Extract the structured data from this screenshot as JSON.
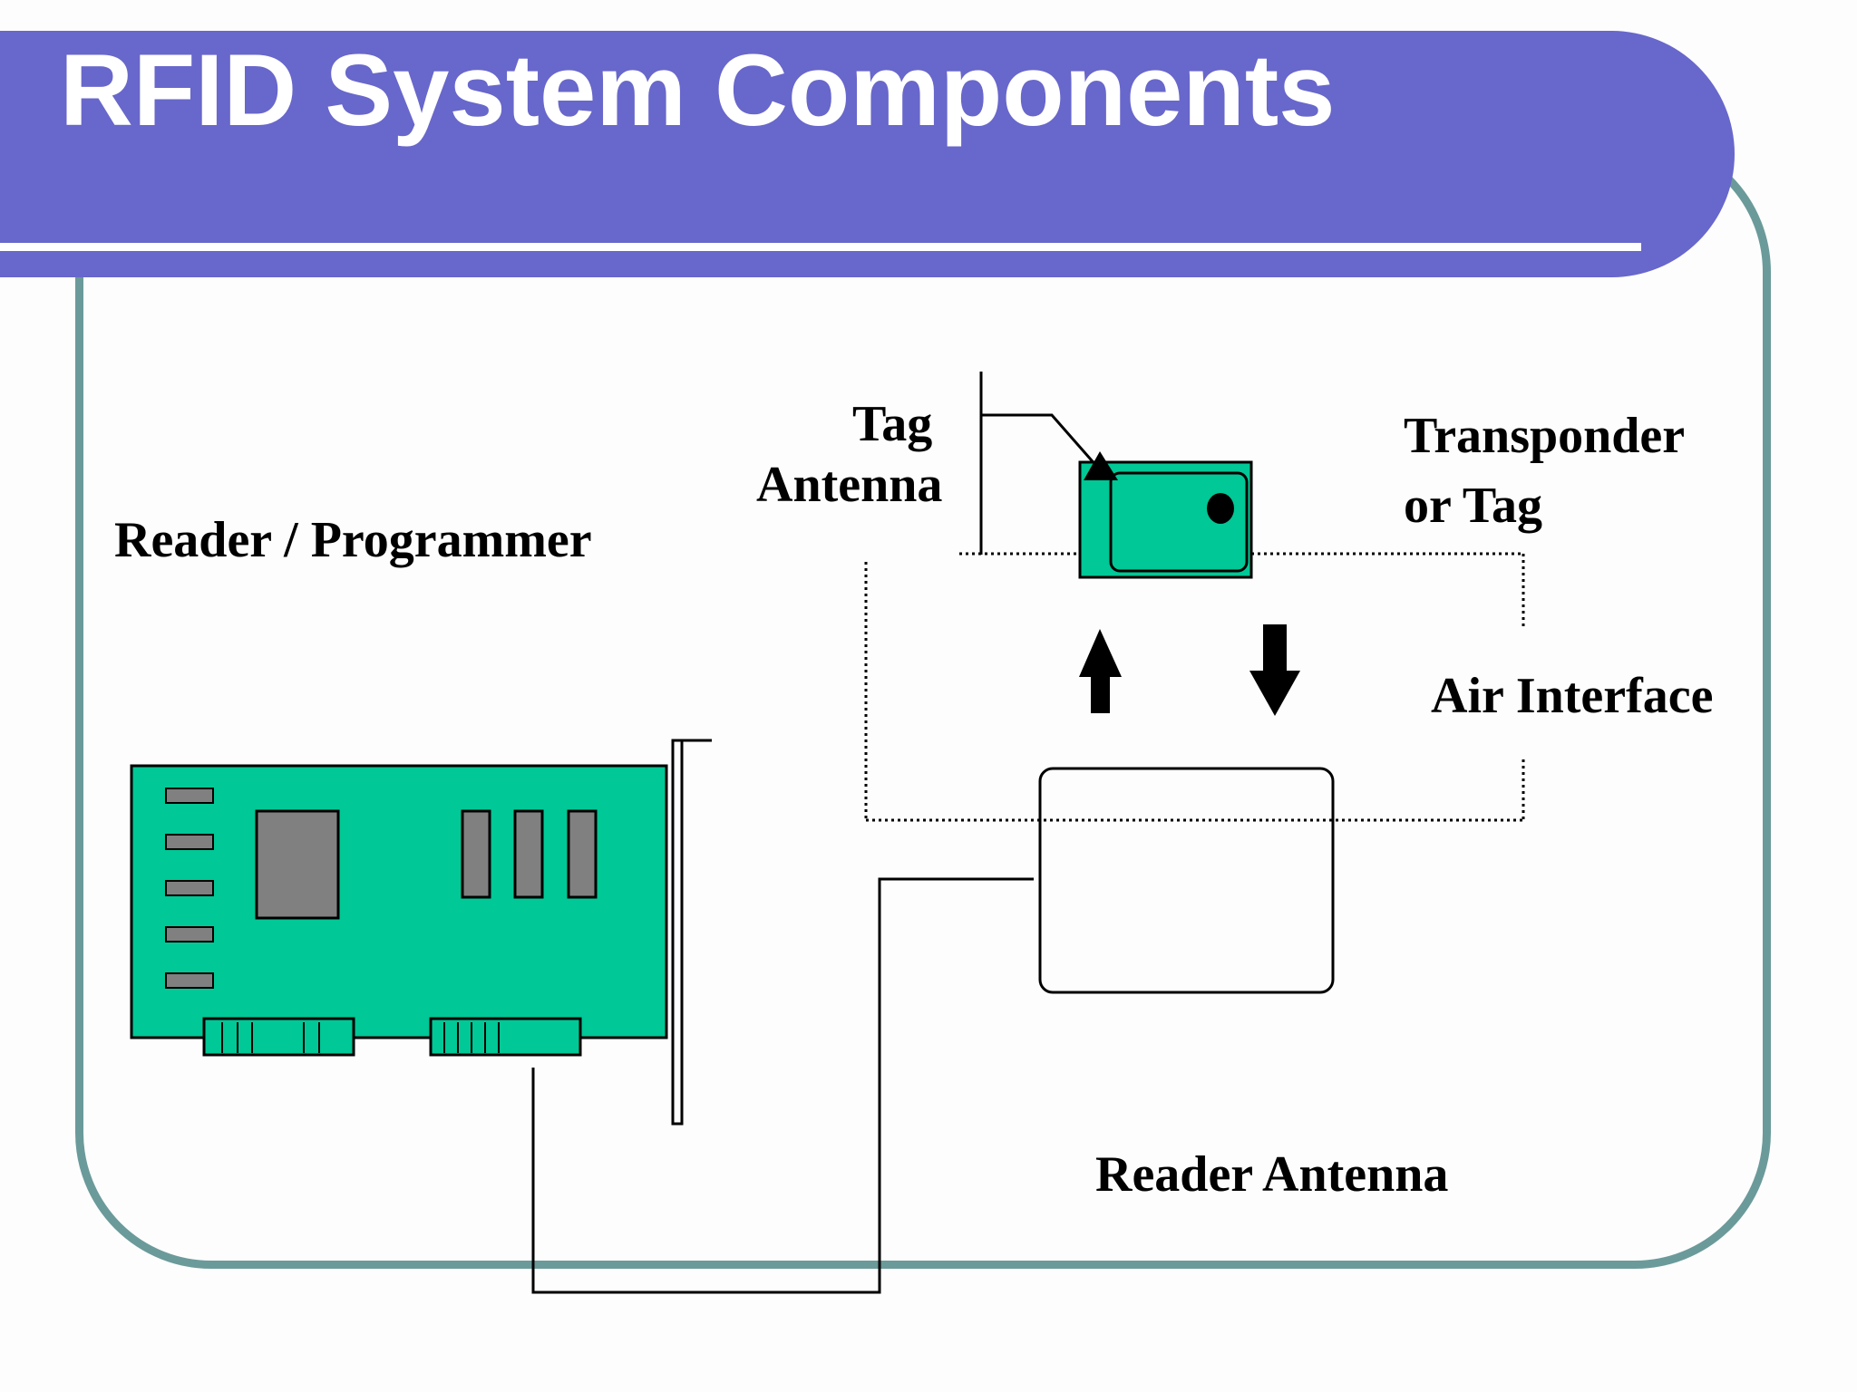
{
  "slide": {
    "title": "RFID System Components"
  },
  "labels": {
    "reader_programmer": "Reader / Programmer",
    "tag_antenna_line1": "Tag",
    "tag_antenna_line2": "Antenna",
    "transponder_line1": "Transponder",
    "transponder_line2": "or Tag",
    "air_interface": "Air Interface",
    "reader_antenna": "Reader Antenna"
  },
  "colors": {
    "title_band": "#6867cb",
    "frame": "#6b9a9a",
    "board_green": "#00c896",
    "chip_gray": "#808080"
  },
  "icons": {
    "up_arrow": "arrow-up-icon",
    "down_arrow": "arrow-down-icon"
  }
}
